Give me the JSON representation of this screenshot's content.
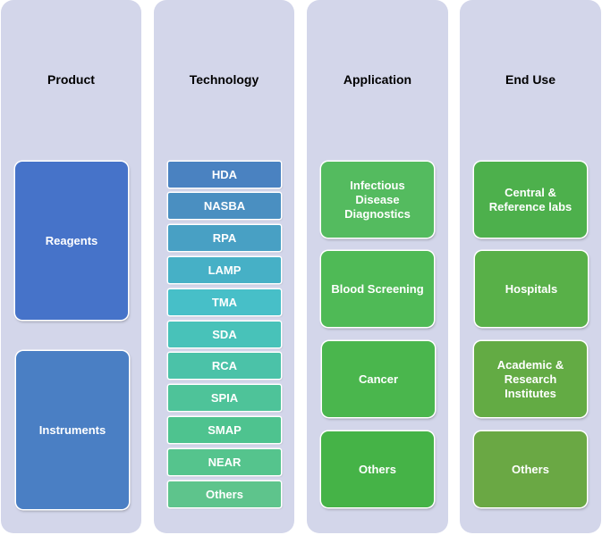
{
  "columns": [
    {
      "title": "Product",
      "items": [
        "Reagents",
        "Instruments"
      ]
    },
    {
      "title": "Technology",
      "items": [
        "HDA",
        "NASBA",
        "RPA",
        "LAMP",
        "TMA",
        "SDA",
        "RCA",
        "SPIA",
        "SMAP",
        "NEAR",
        "Others"
      ]
    },
    {
      "title": "Application",
      "items": [
        "Infectious Disease Diagnostics",
        "Blood Screening",
        "Cancer",
        "Others"
      ]
    },
    {
      "title": "End Use",
      "items": [
        "Central & Reference labs",
        "Hospitals",
        "Academic & Research Institutes",
        "Others"
      ]
    }
  ],
  "colors": {
    "panel": "#d3d6ea",
    "product": [
      "#4673c9",
      "#4a7fc4"
    ],
    "technology": [
      "#4a82c1",
      "#4a8fc1",
      "#48a0c4",
      "#46b0c6",
      "#47bfc8",
      "#48c2b9",
      "#4bc2a8",
      "#4ec399",
      "#4ec38f",
      "#55c48d",
      "#5ec48c"
    ],
    "application": [
      "#54bb5f",
      "#4fba56",
      "#4ab64d",
      "#45b347"
    ],
    "end_use": [
      "#4db04c",
      "#58b048",
      "#63ab44",
      "#6aa844"
    ]
  }
}
